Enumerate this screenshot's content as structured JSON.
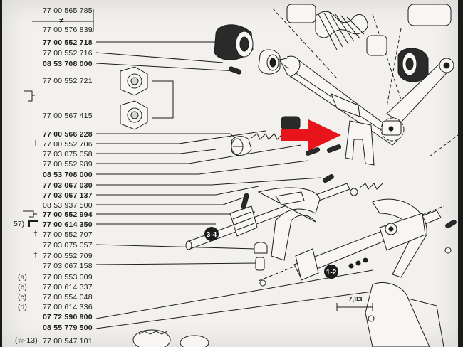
{
  "parts": {
    "p01": "77 00 565 785",
    "p02": "77 00 576 839",
    "p03": "77 00 552 718",
    "p04": "77 00 552 716",
    "p05": "08 53 708 000",
    "p06": "77 00 552 721",
    "p07": "77 00 567 415",
    "p08": "77 00 566 228",
    "p09": "77 00 552 706",
    "p10": "77 03 075 058",
    "p11": "77 00 552 989",
    "p12": "08 53 708 000",
    "p13": "77 03 067 030",
    "p14": "77 03 067 137",
    "p15": "08 53 937 500",
    "p16": "77 00 552 994",
    "p17": "77 00 614 350",
    "p18": "77 00 552 707",
    "p19": "77 03 075 057",
    "p20": "77 00 552 709",
    "p21": "77 03 067 158",
    "p22": "77 00 553 009",
    "p23": "77 00 614 337",
    "p24": "77 00 554 048",
    "p25": "77 00 614 336",
    "p26": "07 72 590 900",
    "p27": "08 55 779 500",
    "p28": "77 00 547 101"
  },
  "prefixes": {
    "a": "(a)",
    "b": "(b)",
    "c": "(c)",
    "d": "(d)",
    "row57": "57)",
    "row28": "(☆-13)"
  },
  "marks": {
    "dagger": "†",
    "not_equal": "≠"
  },
  "callouts": {
    "gear34": "3-4",
    "gear12": "1-2",
    "dimension": "7,93"
  },
  "colors": {
    "arrow": "#e8141c",
    "ink": "#1c1c1c",
    "paper": "#f2f1ee"
  }
}
